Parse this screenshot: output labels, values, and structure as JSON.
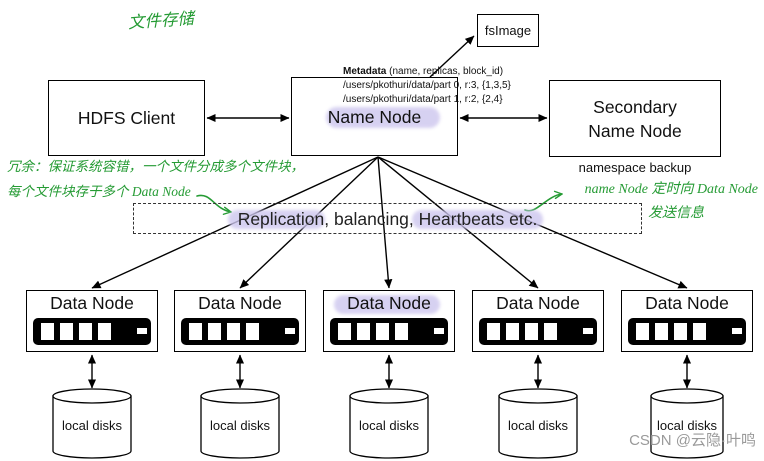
{
  "note_title": "文件存储",
  "fsimage": {
    "label": "fsImage"
  },
  "metadata": {
    "heading": "Metadata",
    "fields": "(name, replicas, block_id)",
    "lines": [
      "/users/pkothuri/data/part 0, r:3, {1,3,5}",
      "/users/pkothuri/data/part 1, r:2, {2,4}"
    ]
  },
  "hdfs_client": {
    "label": "HDFS Client"
  },
  "name_node": {
    "label": "Name Node"
  },
  "secondary_name_node": {
    "label_lines": [
      "Secondary",
      "Name Node"
    ],
    "caption": "namespace backup"
  },
  "services": {
    "label": "Replication, balancing, Heartbeats etc."
  },
  "annotations": {
    "left": [
      "冗余：保证系统容错，一个文件分成多个文件块，",
      "每个文件块存于多个 Data Node"
    ],
    "right": [
      "name Node 定时向 Data Node",
      "发送信息"
    ]
  },
  "data_nodes": [
    {
      "label": "Data Node",
      "disk_label": "local disks",
      "icon": "disk-array-icon",
      "storage_icon": "cylinder-disk-icon"
    },
    {
      "label": "Data Node",
      "disk_label": "local disks",
      "icon": "disk-array-icon",
      "storage_icon": "cylinder-disk-icon"
    },
    {
      "label": "Data Node",
      "disk_label": "local disks",
      "icon": "disk-array-icon",
      "storage_icon": "cylinder-disk-icon"
    },
    {
      "label": "Data Node",
      "disk_label": "local disks",
      "icon": "disk-array-icon",
      "storage_icon": "cylinder-disk-icon"
    },
    {
      "label": "Data Node",
      "disk_label": "local disks",
      "icon": "disk-array-icon",
      "storage_icon": "cylinder-disk-icon"
    }
  ],
  "watermark": "CSDN @云隐·叶鸣",
  "colors": {
    "annotation": "#259b34",
    "highlight": "#cdc6ee",
    "line": "#000000",
    "watermark": "#9a9a9a"
  }
}
